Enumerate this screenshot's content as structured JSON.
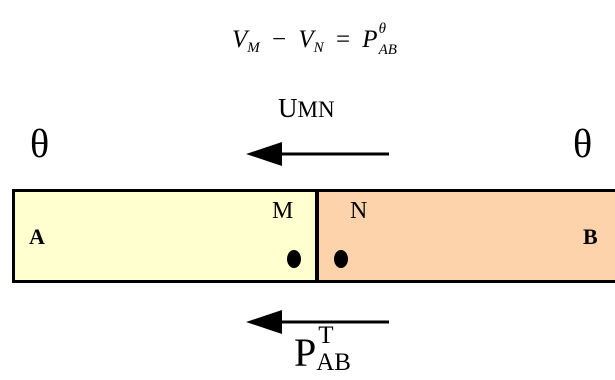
{
  "equation": {
    "lhs_1": "V",
    "lhs_1_sub": "M",
    "operator_minus": "−",
    "lhs_2": "V",
    "lhs_2_sub": "N",
    "operator_equals": "=",
    "rhs": "P",
    "rhs_sup": "θ",
    "rhs_sub": "AB"
  },
  "labels": {
    "theta_left": "θ",
    "theta_right": "θ",
    "umn_main": "U",
    "umn_sub": "MN",
    "block_a": "A",
    "block_b": "B",
    "point_m": "M",
    "point_n": "N",
    "pt_main": "P",
    "pt_sup": "T",
    "pt_sub": "AB"
  },
  "colors": {
    "block_a_fill": "#ffffd0",
    "block_b_fill": "#fcd3aa",
    "stroke": "#000000"
  },
  "icons": {
    "arrow_top": "left-arrow-icon",
    "arrow_bottom": "left-arrow-icon"
  }
}
